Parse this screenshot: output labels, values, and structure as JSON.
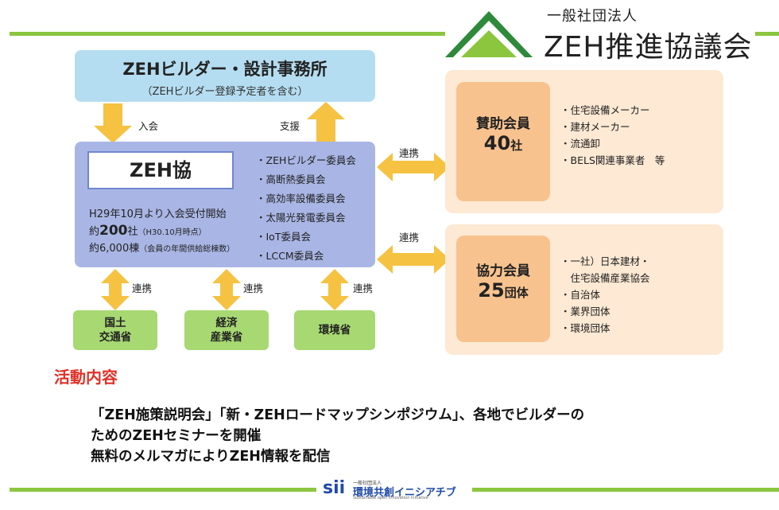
{
  "header": {
    "logo_sub": "一般社団法人",
    "logo_main": "ZEH推進協議会"
  },
  "builders": {
    "title": "ZEHビルダー・設計事務所",
    "subtitle": "（ZEHビルダー登録予定者を含む）"
  },
  "arrows": {
    "join": "入会",
    "support": "支援",
    "cooperate": "連携"
  },
  "zeh_kyo": {
    "title": "ZEH協",
    "line1": "H29年10月より入会受付開始",
    "line2_prefix": "約",
    "line2_value": "200",
    "line2_unit": "社",
    "line2_note": "（H30.10月時点）",
    "line3": "約6,000棟",
    "line3_note": "（会員の年間供給総棟数）",
    "committees": [
      "・ZEHビルダー委員会",
      "・高断熱委員会",
      "・高効率設備委員会",
      "・太陽光発電委員会",
      "・IoT委員会",
      "・LCCM委員会"
    ]
  },
  "sponsors": {
    "label": "賛助会員",
    "count": "40",
    "unit": "社",
    "items": [
      "・住宅設備メーカー",
      "・建材メーカー",
      "・流通卸",
      "・BELS関連事業者　等"
    ]
  },
  "partners": {
    "label": "協力会員",
    "count": "25",
    "unit": "団体",
    "items": [
      "・一社）日本建材・",
      "　住宅設備産業協会",
      "・自治体",
      "・業界団体",
      "・環境団体"
    ]
  },
  "ministries": {
    "mlit_line1": "国土",
    "mlit_line2": "交通省",
    "meti_line1": "経済",
    "meti_line2": "産業省",
    "moe": "環境省"
  },
  "activities": {
    "title": "活動内容",
    "line1": "「ZEH施策説明会」「新・ZEHロードマップシンポジウム」、各地でビルダーの",
    "line2": "ためのZEHセミナーを開催",
    "line3": "無料のメルマガによりZEH情報を配信"
  },
  "footer": {
    "sii": "sii",
    "small": "一般社団法人",
    "name": "環境共創イニシアチブ",
    "english": "Sustainable open Innovation Initiative"
  },
  "colors": {
    "green": "#8cc63f",
    "blue_box": "#b5ddf1",
    "main_box": "#a9b6e5",
    "arrow": "#f5c242",
    "orange_panel": "#fde9d4",
    "orange_inner": "#f8c28e",
    "ministry": "#a7d872",
    "activity_title": "#e03126"
  }
}
